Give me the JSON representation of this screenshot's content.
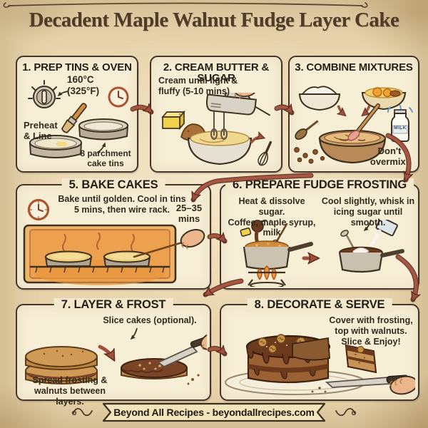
{
  "title": "Decadent Maple Walnut Fudge Layer Cake",
  "steps": {
    "prep": {
      "title": "1. PREP TINS & OVEN",
      "temp_label": "160°C\n(325°F)",
      "preheat_label": "Preheat\n& Line",
      "tins_label": "8 parchment\ncake tins"
    },
    "cream": {
      "title": "2. CREAM BUTTER & SUGAR",
      "note": "Cream until light &\nfluffy (5-10 mins)"
    },
    "combine": {
      "title": "3. COMBINE MIXTURES",
      "milk_label": "MILK",
      "note": "Don't\novermix!"
    },
    "bake": {
      "title": "5. BAKE CAKES",
      "note": "Bake until golden. Cool in tins\n5 mins, then wire rack.",
      "time_label": "25–35\nmins"
    },
    "frosting": {
      "title": "6. PREPARE FUDGE FROSTING",
      "note_left": "Heat & dissolve sugar.\nCoffee, maple syrup, milk",
      "note_right": "Cool slightly, whisk in\nicing sugar until smooth."
    },
    "layer": {
      "title": "7. LAYER & FROST",
      "note_top": "Slice cakes (optional).",
      "note_bottom": "Spread frosting &\nwalnuts between layers."
    },
    "decorate": {
      "title": "8. DECORATE & SERVE",
      "note": "Cover with frosting,\ntop with walnuts.\nSlice & Enjoy!"
    }
  },
  "footer": {
    "text": "Beyond All Recipes - beyondallrecipes.com"
  },
  "colors": {
    "paper": "#e8d5ad",
    "panel": "#f7eed6",
    "ink": "#2e2519",
    "accent_arrow": "#a0503a",
    "clock_red": "#ac5330"
  }
}
